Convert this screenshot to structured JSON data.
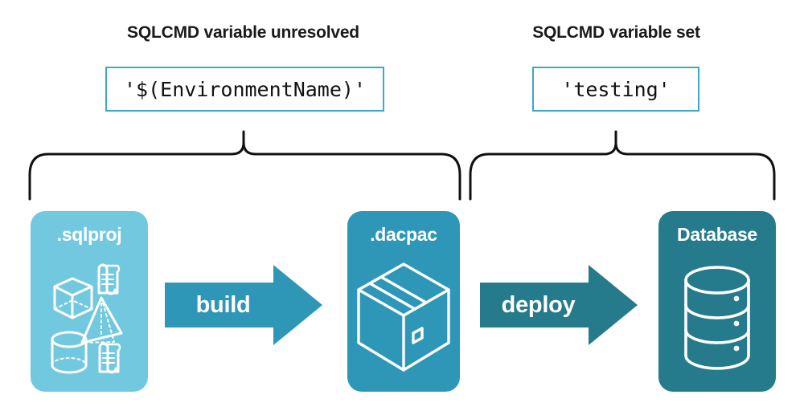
{
  "annotations": [
    {
      "id": "unresolved",
      "heading": "SQLCMD variable unresolved",
      "value": "'$(EnvironmentName)'"
    },
    {
      "id": "set",
      "heading": "SQLCMD variable set",
      "value": "'testing'"
    }
  ],
  "stages": [
    {
      "id": "sqlproj",
      "label": ".sqlproj",
      "color": "#72c9df",
      "icons": [
        "cube-wireframe-icon",
        "pyramid-wireframe-icon",
        "cylinder-wireframe-icon",
        "scroll-icon",
        "scroll-icon"
      ]
    },
    {
      "id": "dacpac",
      "label": ".dacpac",
      "color": "#2e97b7",
      "icons": [
        "package-box-icon"
      ]
    },
    {
      "id": "database",
      "label": "Database",
      "color": "#257a8c",
      "icons": [
        "database-cylinder-icon"
      ]
    }
  ],
  "arrows": [
    {
      "id": "build",
      "label": "build",
      "color": "#2e97b7"
    },
    {
      "id": "deploy",
      "label": "deploy",
      "color": "#257a8c"
    }
  ],
  "theme": {
    "background": "#ffffff",
    "code_border": "#3ea8c6",
    "text": "#1a1a1a",
    "brace_stroke": "#111111"
  }
}
